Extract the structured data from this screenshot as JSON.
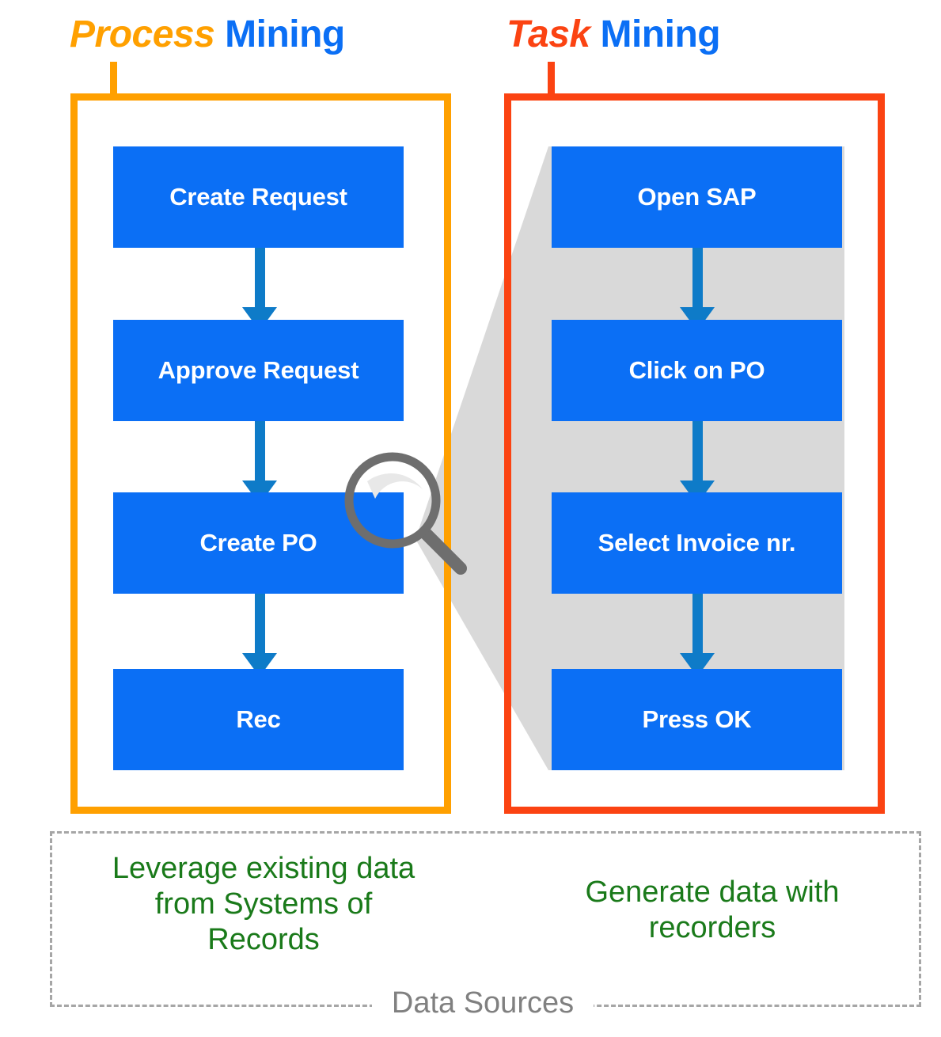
{
  "diagram": {
    "title_left": {
      "emphasis": "Process",
      "rest": " Mining"
    },
    "title_right": {
      "emphasis": "Task",
      "rest": " Mining"
    },
    "colors": {
      "process_accent": "#ffa000",
      "task_accent": "#fb4312",
      "step_fill": "#0b6ff5",
      "arrow": "#0e7bc8",
      "beam": "#d9d9d9",
      "magnifier": "#6e6e6e",
      "note_text": "#1a7a1a",
      "dash_border": "#a6a6a6",
      "label_text": "#808080"
    },
    "process_steps": [
      {
        "label": "Create Request"
      },
      {
        "label": "Approve Request"
      },
      {
        "label": "Create PO"
      },
      {
        "label": "Rec"
      }
    ],
    "task_steps": [
      {
        "label": "Open SAP"
      },
      {
        "label": "Click on PO"
      },
      {
        "label": "Select Invoice nr."
      },
      {
        "label": "Press OK"
      }
    ],
    "magnifier_icon": "magnifier-icon",
    "data_sources": {
      "label": "Data Sources",
      "note_left": "Leverage existing data\nfrom Systems of\nRecords",
      "note_right": "Generate data with\nrecorders"
    }
  }
}
